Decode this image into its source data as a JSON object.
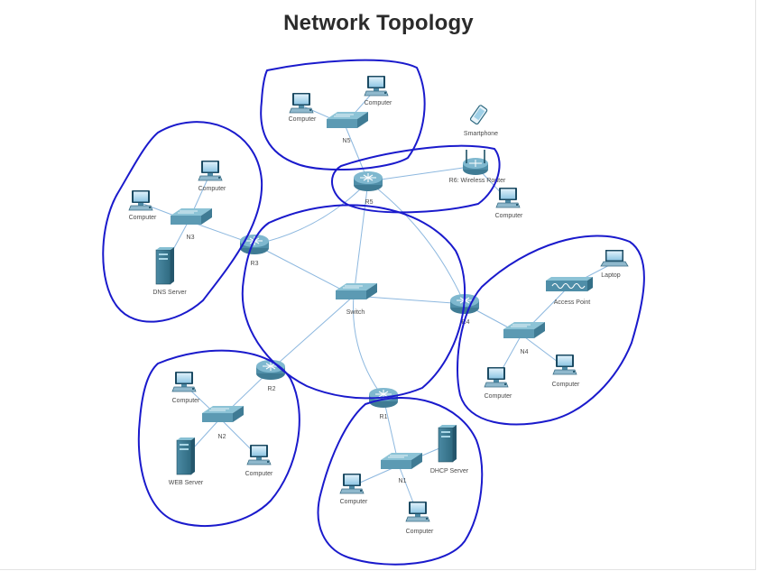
{
  "title": "Network Topology",
  "nodes": {
    "n5_computer_left": "Computer",
    "n5_computer_right": "Computer",
    "n5_switch": "N5",
    "smartphone": "Smartphone",
    "r6": "R6: Wireless Router",
    "r6_computer": "Computer",
    "r5": "R5",
    "n3_computer_left": "Computer",
    "n3_computer_right": "Computer",
    "n3_switch": "N3",
    "dns_server": "DNS Server",
    "r3": "R3",
    "core_switch": "Switch",
    "r4": "R4",
    "laptop": "Laptop",
    "access_point": "Access Point",
    "n4_switch": "N4",
    "n4_computer_left": "Computer",
    "n4_computer_right": "Computer",
    "r2": "R2",
    "n2_computer_top": "Computer",
    "n2_switch": "N2",
    "web_server": "WEB Server",
    "n2_computer_bottom": "Computer",
    "r1": "R1",
    "n1_switch": "N1",
    "dhcp_server": "DHCP Server",
    "n1_computer_left": "Computer",
    "n1_computer_bottom": "Computer"
  },
  "colors": {
    "link": "#8db8df",
    "annotation": "#1a1acc",
    "device": "#4f8ea8"
  }
}
